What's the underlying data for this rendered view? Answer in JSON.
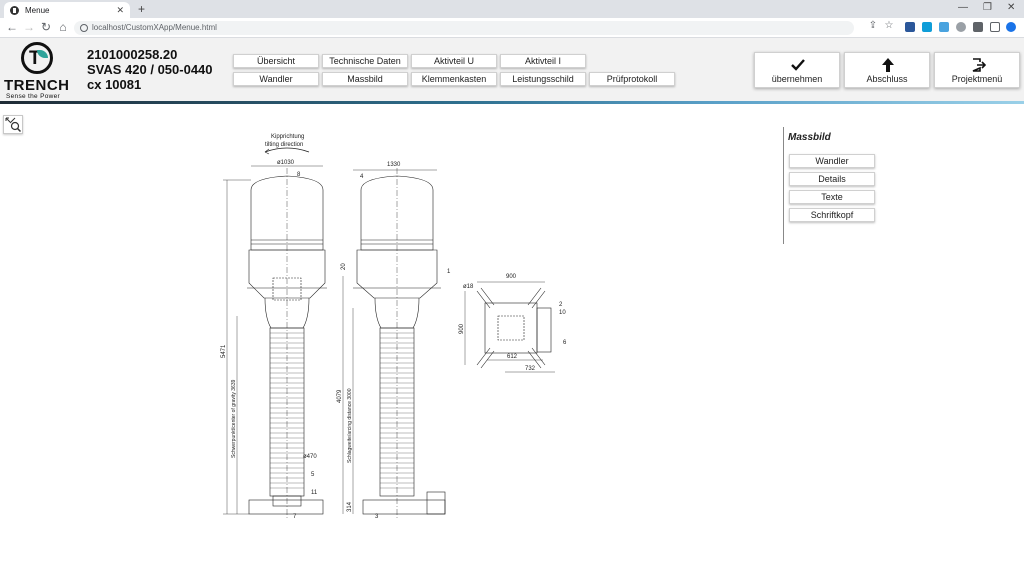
{
  "browser": {
    "tab_title": "Menue",
    "url": "localhost/CustomXApp/Menue.html"
  },
  "logo": {
    "brand": "TRENCH",
    "slogan": "Sense the Power"
  },
  "project": {
    "line1": "2101000258.20",
    "line2": "SVAS 420 / 050-0440",
    "line3": "cx 10081"
  },
  "nav": {
    "row1": [
      "Übersicht",
      "Technische Daten",
      "Aktivteil U",
      "Aktivteil I"
    ],
    "row2": [
      "Wandler",
      "Massbild",
      "Klemmenkasten",
      "Leistungsschild",
      "Prüfprotokoll"
    ]
  },
  "actions": {
    "accept": "übernehmen",
    "finish": "Abschluss",
    "project_menu": "Projektmenü"
  },
  "panel": {
    "title": "Massbild",
    "buttons": [
      "Wandler",
      "Details",
      "Texte",
      "Schriftkopf"
    ]
  },
  "drawing": {
    "tilt_de": "Kipprichtung",
    "tilt_en": "tilting direction",
    "dia_top": "ø1030",
    "width_side": "1330",
    "dim_height": "5471",
    "cog": "Schwerpunkt/center of gravity 3639",
    "creep": "Schlagweite/arcing distance 3000",
    "dim_side_h": "4079",
    "dia_bottom": "ø470",
    "dim_20": "20",
    "dim_314": "314",
    "plan_900w": "900",
    "plan_900h": "900",
    "plan_612": "612",
    "plan_732": "732",
    "plan_dia": "ø18",
    "callouts": [
      "8",
      "4",
      "1",
      "5",
      "11",
      "7",
      "3",
      "2",
      "10",
      "6"
    ]
  }
}
